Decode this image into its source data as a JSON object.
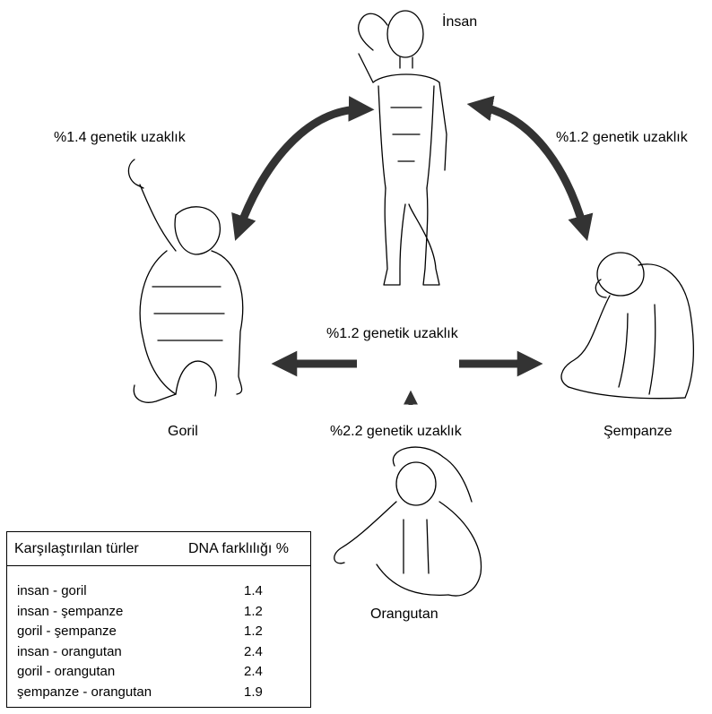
{
  "species": {
    "human": "İnsan",
    "gorilla": "Goril",
    "chimpanzee": "Şempanze",
    "orangutan": "Orangutan"
  },
  "distances": {
    "human_gorilla": "%1.4 genetik uzaklık",
    "human_chimp": "%1.2 genetik uzaklık",
    "gorilla_chimp": "%1.2 genetik uzaklık",
    "orangutan": "%2.2 genetik uzaklık"
  },
  "table": {
    "header_left": "Karşılaştırılan türler",
    "header_right": "DNA farklılığı %",
    "rows": [
      {
        "pair": "insan - goril",
        "value": "1.4"
      },
      {
        "pair": "insan - şempanze",
        "value": "1.2"
      },
      {
        "pair": "goril - şempanze",
        "value": "1.2"
      },
      {
        "pair": "insan - orangutan",
        "value": "2.4"
      },
      {
        "pair": "goril - orangutan",
        "value": "2.4"
      },
      {
        "pair": "şempanze - orangutan",
        "value": "1.9"
      }
    ]
  },
  "colors": {
    "ink": "#000000",
    "arrow": "#333333",
    "background": "#ffffff"
  }
}
